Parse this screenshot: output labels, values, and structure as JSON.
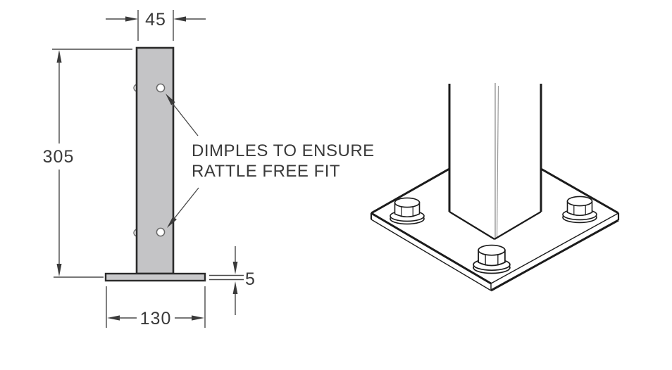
{
  "drawing": {
    "side_view": {
      "dimensions": {
        "post_width": "45",
        "post_height": "305",
        "base_width": "130",
        "base_thickness": "5"
      },
      "annotation": {
        "line1": "DIMPLES TO ENSURE",
        "line2": "RATTLE FREE FIT"
      }
    },
    "colors": {
      "post_fill": "#c4c4c6",
      "plate_fill": "#c9c9cb",
      "outline": "#2b2b2b",
      "dimension_line": "#4a4a4a",
      "iso_line": "#1b1b1b",
      "dimple_stroke": "#6a6a6a"
    }
  }
}
